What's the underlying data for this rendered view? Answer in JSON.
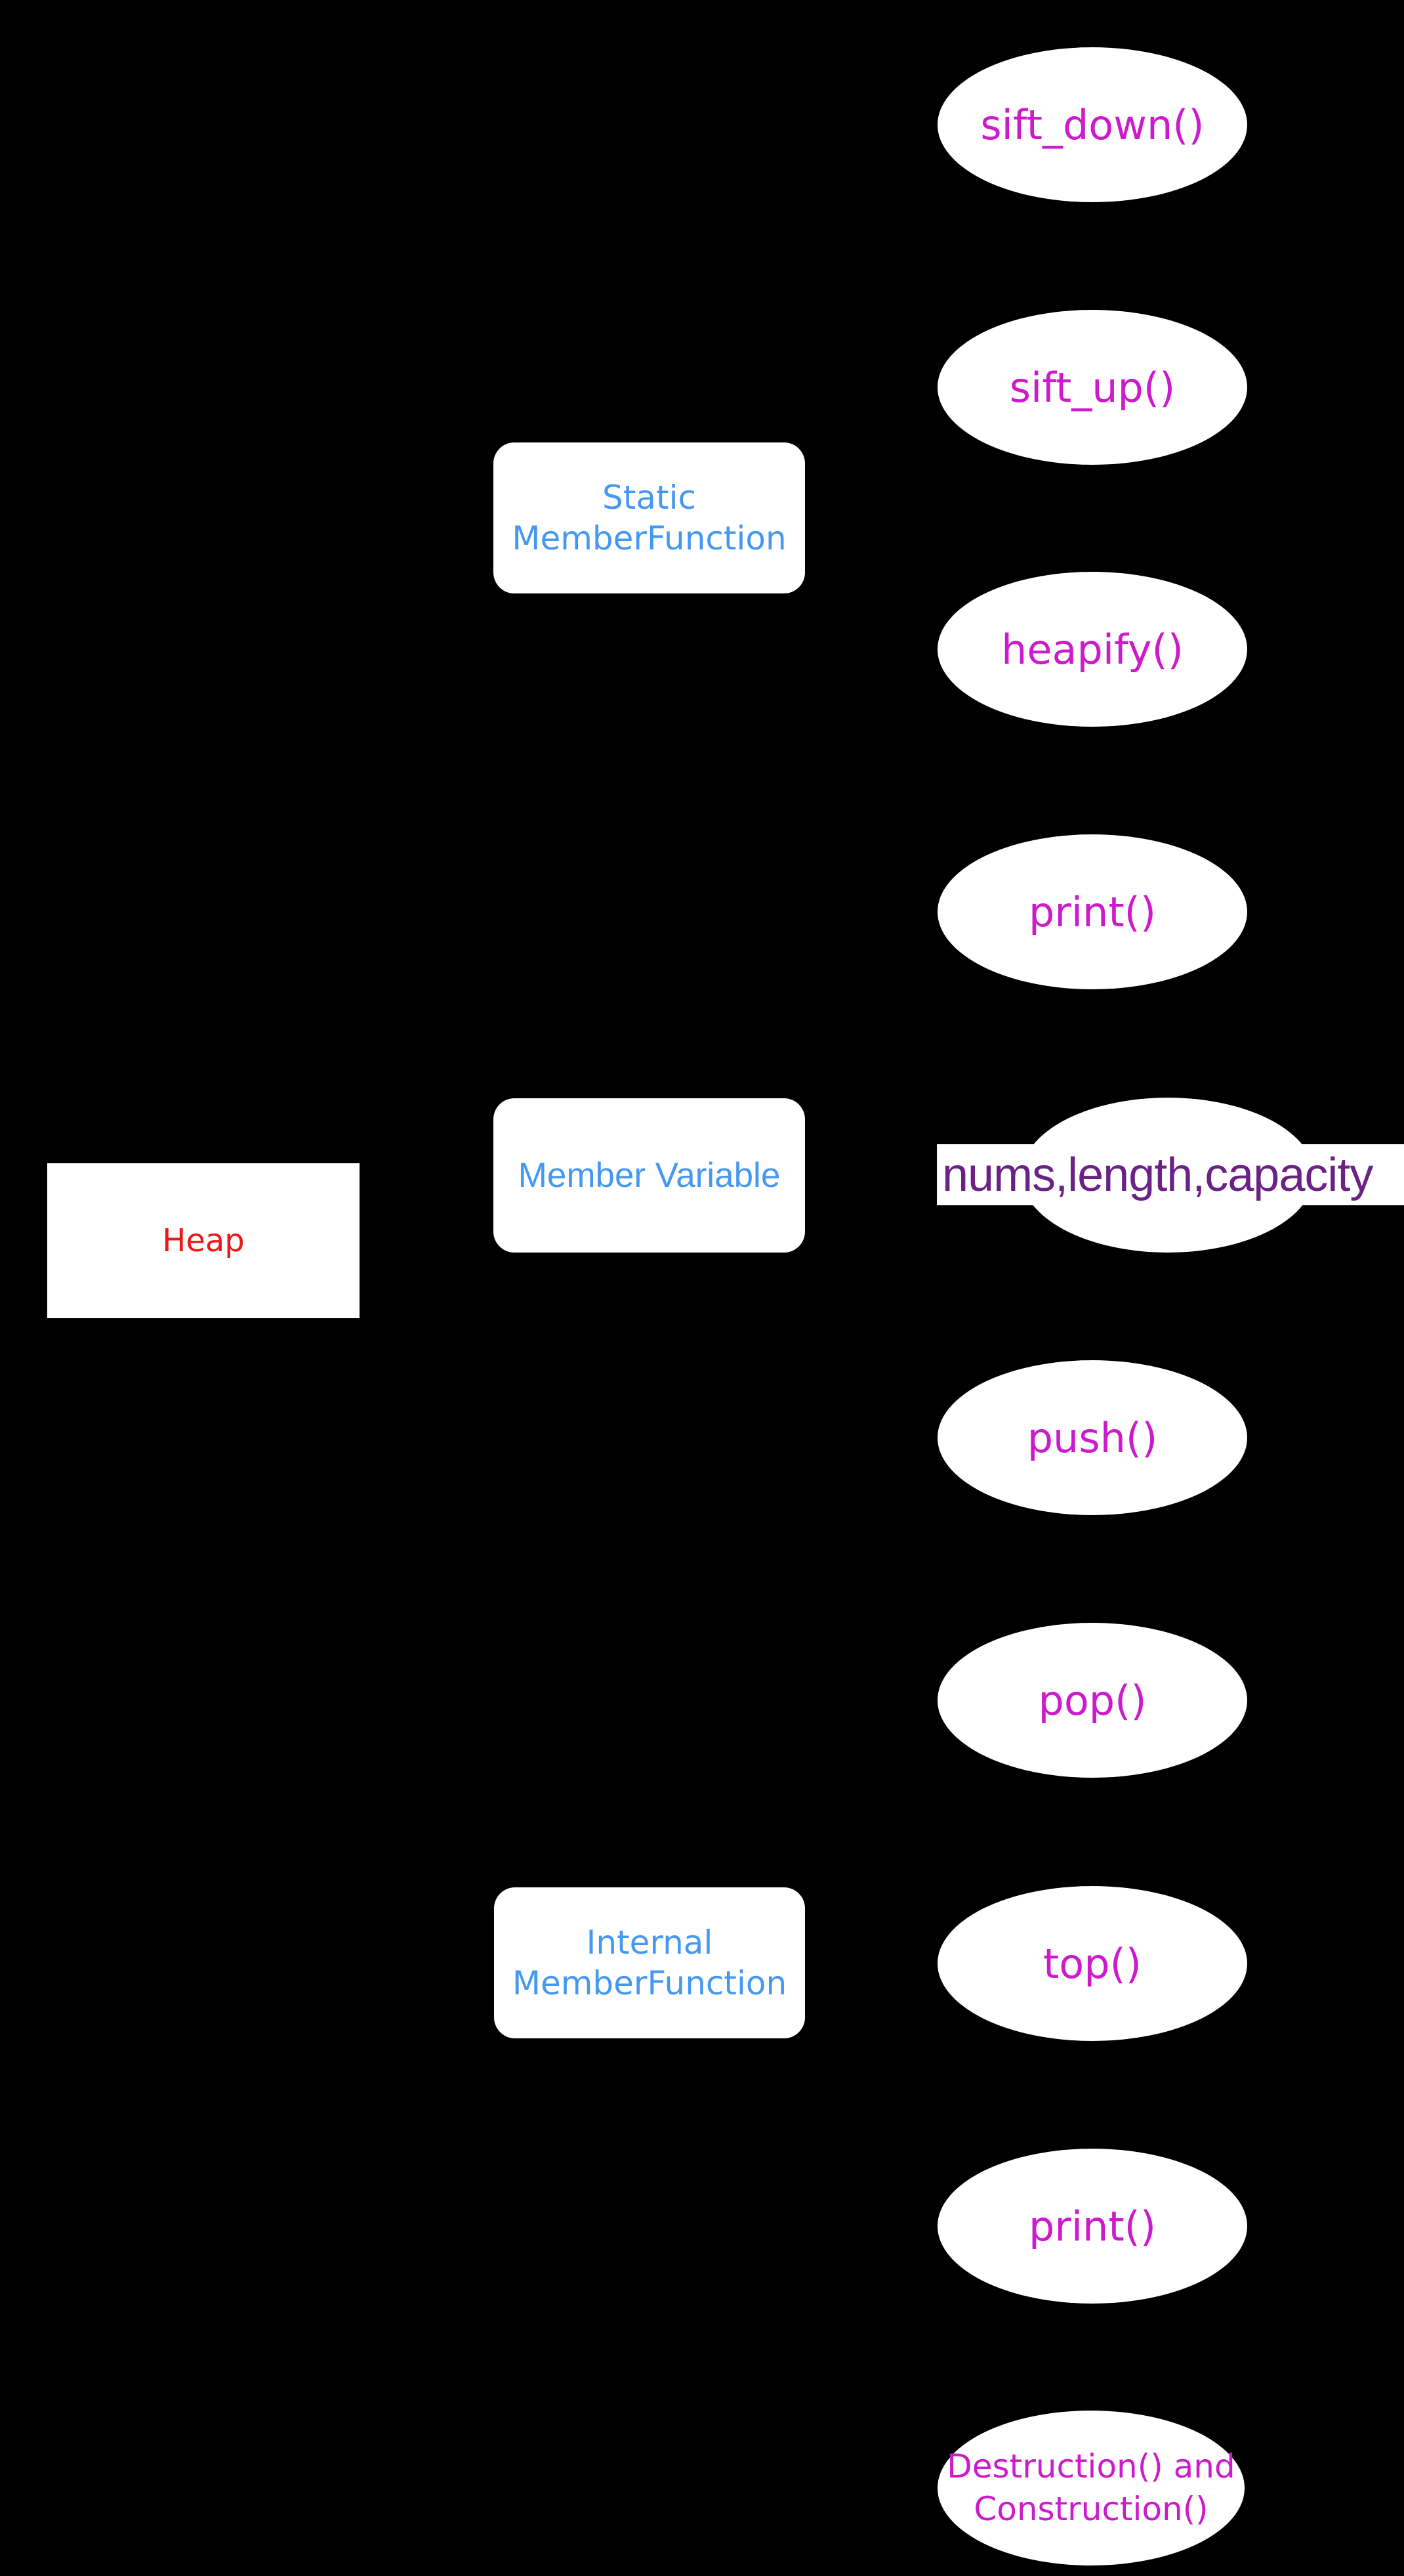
{
  "canvas": {
    "background": "#000000"
  },
  "palette": {
    "node_fill": "#ffffff",
    "root_text": "#ee1616",
    "branch_text": "#4598f2",
    "leaf_text": "#cc1acc",
    "variable_text": "#6a2385"
  },
  "root": {
    "label": "Heap"
  },
  "branches": [
    {
      "label": "Static MemberFunction"
    },
    {
      "label": "Member Variable"
    },
    {
      "label": "Internal MemberFunction"
    }
  ],
  "leaves": [
    {
      "label": "sift_down()"
    },
    {
      "label": "sift_up()"
    },
    {
      "label": "heapify()"
    },
    {
      "label": "print()"
    },
    {
      "label": "nums,length,capacity"
    },
    {
      "label": "push()"
    },
    {
      "label": "pop()"
    },
    {
      "label": "top()"
    },
    {
      "label": "print()"
    },
    {
      "label": "Destruction() and Construction()"
    }
  ]
}
